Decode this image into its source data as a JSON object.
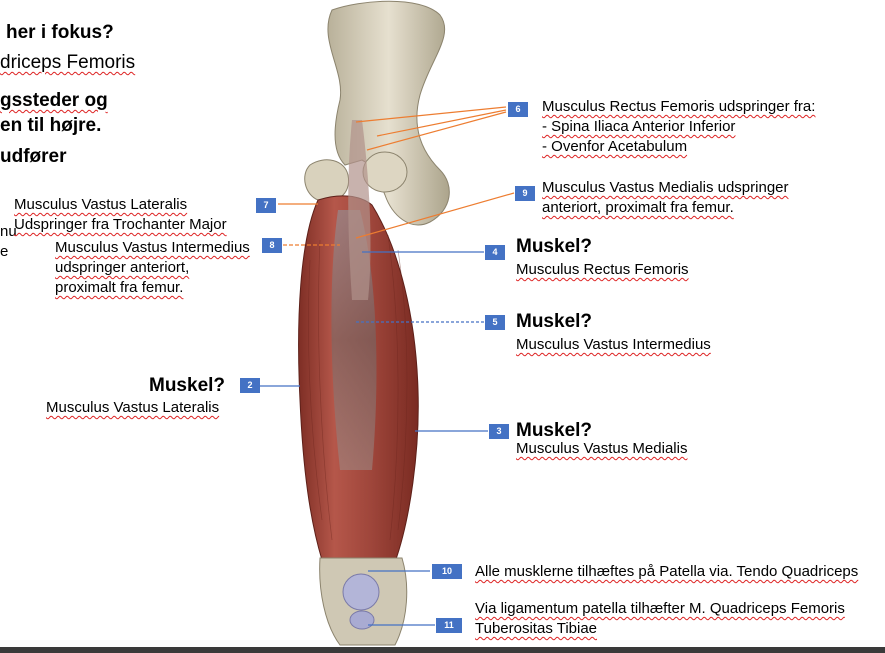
{
  "left_heading": {
    "line1": "her i fokus?",
    "line2": "driceps Femoris",
    "line3": "gssteder og",
    "line4": "en til højre.",
    "line5": "udfører",
    "frag1": "nu",
    "frag2": "e"
  },
  "labels": [
    {
      "num": "6",
      "lines": [
        "Musculus Rectus Femoris udspringer fra:",
        "- Spina Iliaca Anterior Inferior",
        "- Ovenfor Acetabulum"
      ]
    },
    {
      "num": "7",
      "lines": [
        "Musculus Vastus Lateralis",
        "Udspringer fra Trochanter Major"
      ]
    },
    {
      "num": "8",
      "lines": [
        "Musculus Vastus Intermedius",
        "udspringer anteriort,",
        "proximalt fra femur."
      ]
    },
    {
      "num": "9",
      "lines": [
        "Musculus Vastus Medialis udspringer",
        "anteriort, proximalt fra femur."
      ]
    },
    {
      "num": "4",
      "heading": "Muskel?",
      "answer": "Musculus Rectus Femoris"
    },
    {
      "num": "5",
      "heading": "Muskel?",
      "answer": "Musculus Vastus Intermedius"
    },
    {
      "num": "2",
      "heading": "Muskel?",
      "answer": "Musculus Vastus Lateralis"
    },
    {
      "num": "3",
      "heading": "Muskel?",
      "answer": "Musculus Vastus Medialis"
    },
    {
      "num": "10",
      "lines": [
        "Alle musklerne tilhæftes på Patella via. Tendo Quadriceps"
      ]
    },
    {
      "num": "11",
      "lines": [
        "Via ligamentum patella tilhæfter M. Quadriceps Femoris",
        "Tuberositas Tibiae"
      ]
    }
  ],
  "colors": {
    "badge": "#4472c4",
    "leader_blue": "#4472c4",
    "leader_orange": "#ed7d31",
    "muscle": "#a0443a",
    "bone": "#d8d2bf"
  }
}
